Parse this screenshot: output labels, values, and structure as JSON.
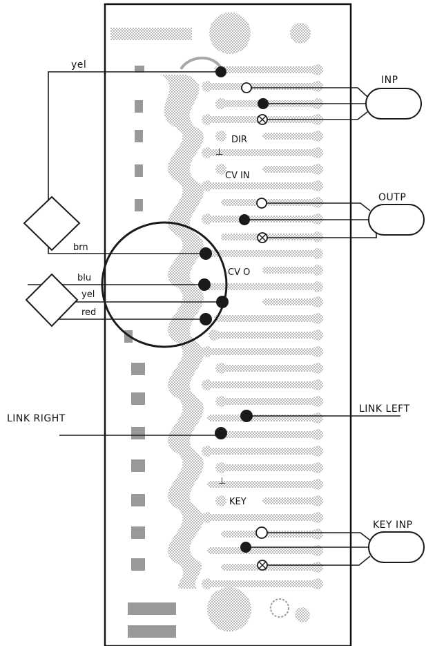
{
  "labels": {
    "yel_top": "yel",
    "brn": "brn",
    "blu": "blu",
    "yel": "yel",
    "red": "red",
    "inp": "INP",
    "outp": "OUTP",
    "link_left": "LINK LEFT",
    "link_right": "LINK RIGHT",
    "key_inp": "KEY INP",
    "dir": "DIR",
    "cv_in": "CV IN",
    "cv_o": "CV O",
    "key": "KEY",
    "ground_symbol": "⊥"
  },
  "colors": {
    "ink": "#1a1a1a",
    "stipple": "#9a9a9a",
    "jumper": "#a8a8a8"
  }
}
